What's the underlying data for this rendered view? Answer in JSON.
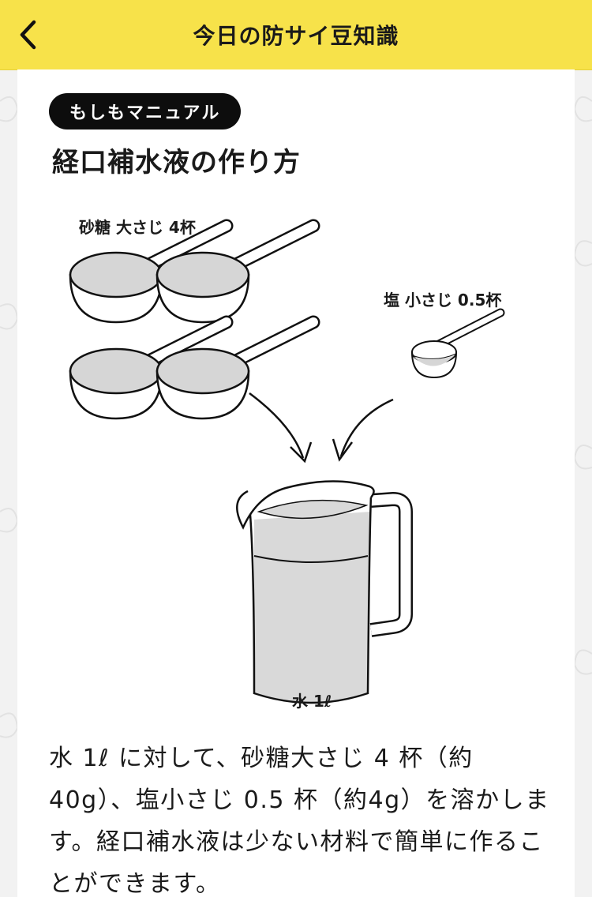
{
  "header": {
    "title": "今日の防サイ豆知識",
    "back_icon": "chevron-left-icon"
  },
  "article": {
    "tag": "もしもマニュアル",
    "title": "経口補水液の作り方",
    "illustration": {
      "sugar_label": "砂糖 大さじ 4杯",
      "salt_label": "塩 小さじ 0.5杯",
      "water_label": "水 1ℓ"
    },
    "body": "水 1ℓ に対して、砂糖大さじ 4 杯（約40g）、塩小さじ 0.5 杯（約4g）を溶かします。経口補水液は少ない材料で簡単に作ることができます。"
  },
  "colors": {
    "header_bg": "#f7e24a",
    "tag_bg": "#0d0d0d",
    "liquid": "#d9d9d9"
  }
}
